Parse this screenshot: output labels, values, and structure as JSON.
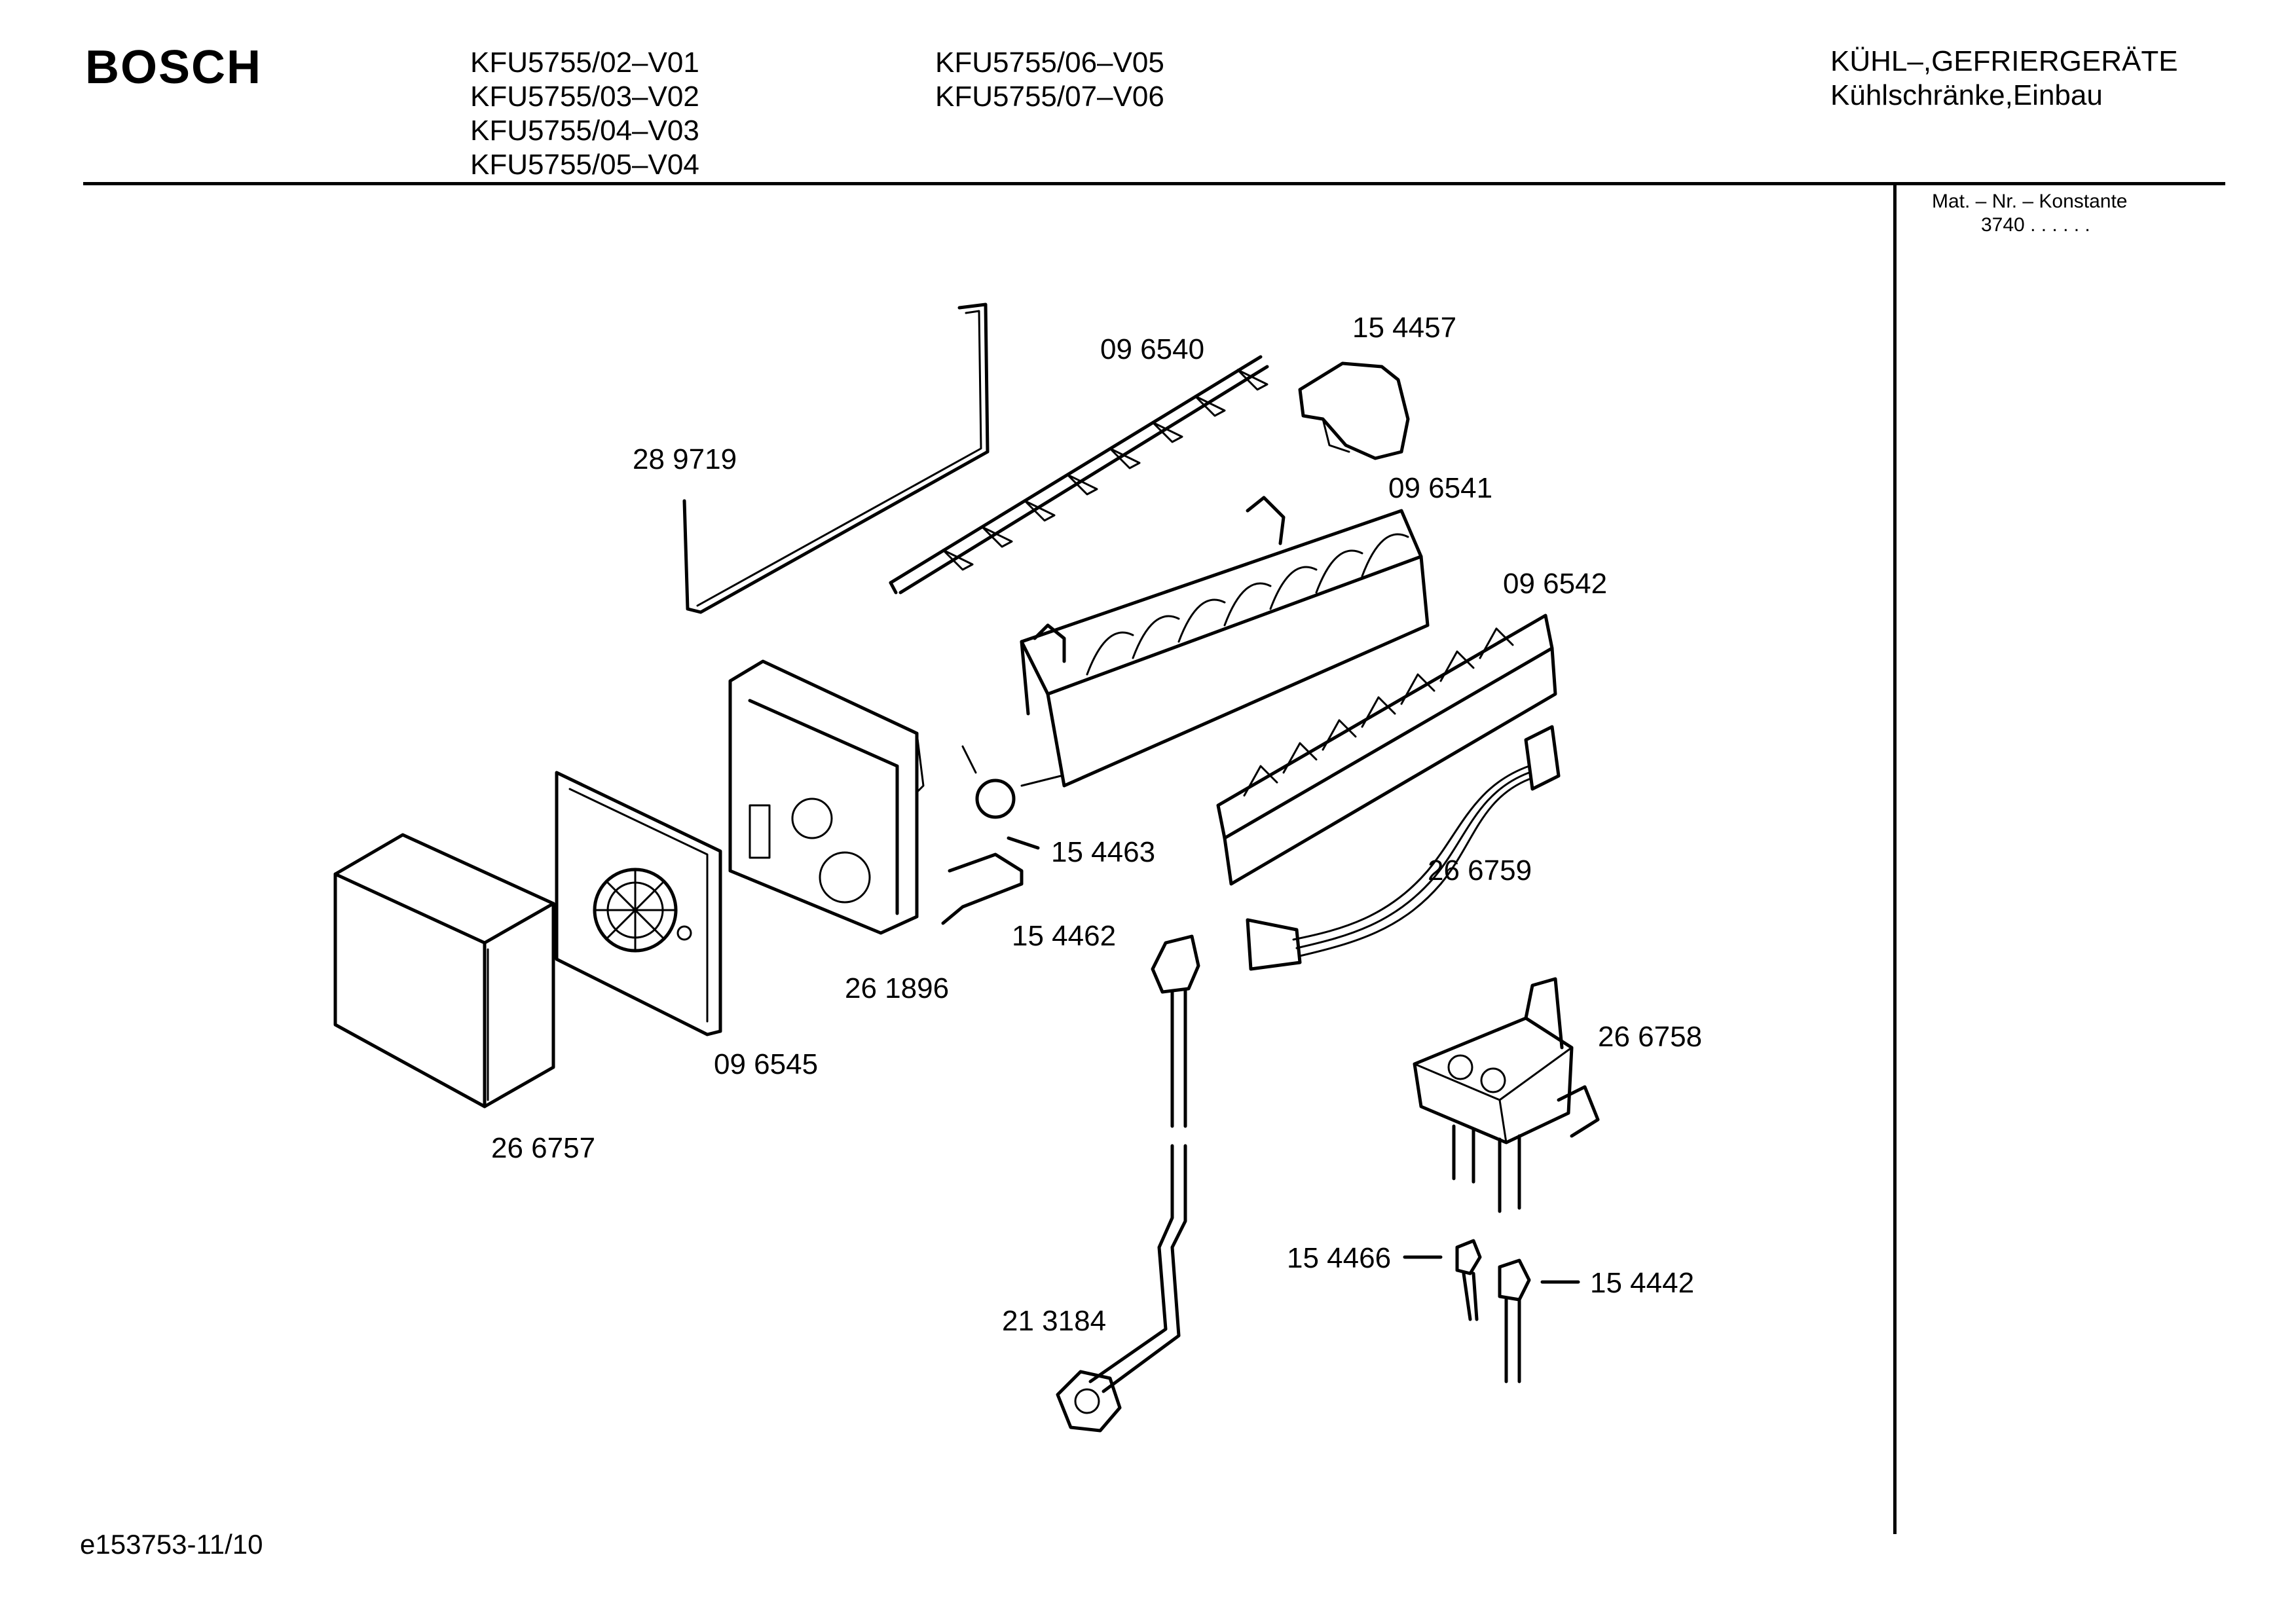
{
  "header": {
    "brand": "BOSCH",
    "models_col1": [
      "KFU5755/02–V01",
      "KFU5755/03–V02",
      "KFU5755/04–V03",
      "KFU5755/05–V04"
    ],
    "models_col2": [
      "KFU5755/06–V05",
      "KFU5755/07–V06"
    ],
    "category_line1": "KÜHL–,GEFRIERGERÄTE",
    "category_line2": "Kühlschränke,Einbau"
  },
  "sidebar": {
    "mat_label": "Mat. – Nr. – Konstante",
    "mat_value": "3740 . .   . . . ."
  },
  "parts": [
    {
      "id": "p289719",
      "number": "28 9719"
    },
    {
      "id": "p096540",
      "number": "09 6540"
    },
    {
      "id": "p154457",
      "number": "15 4457"
    },
    {
      "id": "p096541",
      "number": "09 6541"
    },
    {
      "id": "p096542",
      "number": "09 6542"
    },
    {
      "id": "p154463",
      "number": "15 4463"
    },
    {
      "id": "p266759",
      "number": "26 6759"
    },
    {
      "id": "p154462",
      "number": "15 4462"
    },
    {
      "id": "p261896",
      "number": "26 1896"
    },
    {
      "id": "p096545",
      "number": "09 6545"
    },
    {
      "id": "p266757",
      "number": "26 6757"
    },
    {
      "id": "p266758",
      "number": "26 6758"
    },
    {
      "id": "p154466",
      "number": "15 4466"
    },
    {
      "id": "p154442",
      "number": "15 4442"
    },
    {
      "id": "p213184",
      "number": "21 3184"
    }
  ],
  "footer": {
    "doc_id": "e153753-11/10"
  }
}
